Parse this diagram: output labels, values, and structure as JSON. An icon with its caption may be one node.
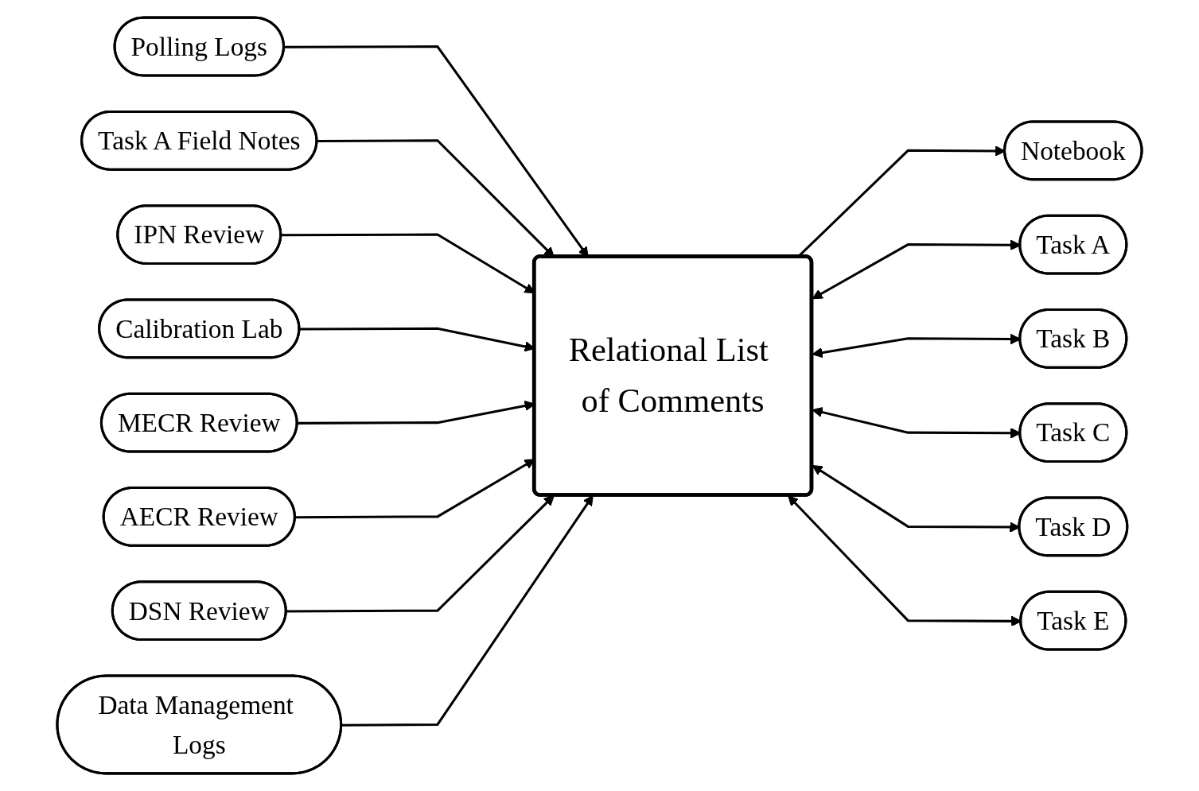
{
  "diagram": {
    "nodes": [
      {
        "text": [
          "Polling Logs"
        ]
      },
      {
        "text": [
          "Task A Field Notes"
        ]
      },
      {
        "text": [
          "IPN Review"
        ]
      },
      {
        "text": [
          "Calibration Lab"
        ]
      },
      {
        "text": [
          "MECR Review"
        ]
      },
      {
        "text": [
          "AECR Review"
        ]
      },
      {
        "text": [
          "DSN Review"
        ]
      },
      {
        "text": [
          "Data Management Logs"
        ]
      },
      {
        "text": [
          "Relational List of Comments"
        ]
      },
      {
        "text": [
          "Notebook"
        ]
      },
      {
        "text": [
          "Task A"
        ]
      },
      {
        "text": [
          "Task B"
        ]
      },
      {
        "text": [
          "Task C"
        ]
      },
      {
        "text": [
          "Task D"
        ]
      },
      {
        "text": [
          "Task E"
        ]
      }
    ],
    "edges": [
      {
        "from": 0,
        "to": 8,
        "arrow": "to"
      },
      {
        "from": 1,
        "to": 8,
        "arrow": "to"
      },
      {
        "from": 2,
        "to": 8,
        "arrow": "to"
      },
      {
        "from": 3,
        "to": 8,
        "arrow": "to"
      },
      {
        "from": 4,
        "to": 8,
        "arrow": "to"
      },
      {
        "from": 5,
        "to": 8,
        "arrow": "to"
      },
      {
        "from": 6,
        "to": 8,
        "arrow": "to"
      },
      {
        "from": 7,
        "to": 8,
        "arrow": "to"
      },
      {
        "from": 8,
        "to": 9,
        "arrow": "to"
      },
      {
        "from": 8,
        "to": 10,
        "arrow": "both"
      },
      {
        "from": 8,
        "to": 11,
        "arrow": "both"
      },
      {
        "from": 8,
        "to": 12,
        "arrow": "both"
      },
      {
        "from": 8,
        "to": 13,
        "arrow": "both"
      },
      {
        "from": 8,
        "to": 14,
        "arrow": "both"
      }
    ]
  }
}
